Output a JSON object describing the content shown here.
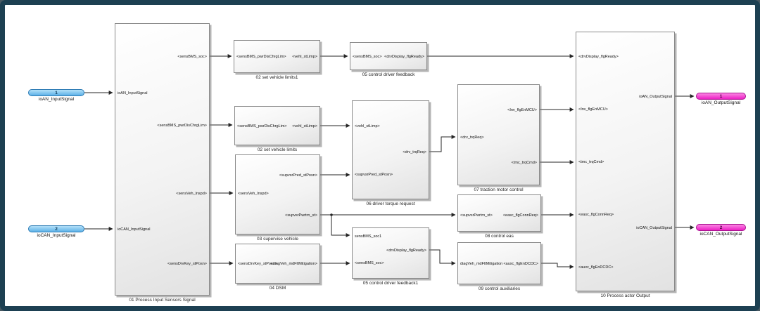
{
  "window": {
    "canvas_background": "#ffffff",
    "frame_color": "#1d4052"
  },
  "colors": {
    "inport_fill": "#5db2e8",
    "inport_border": "#2e7cb5",
    "outport_fill": "#ec1fc4",
    "outport_border": "#a8138f",
    "wire": "#262626",
    "block_border": "#8a8a8a"
  },
  "inports": [
    {
      "num": "1",
      "label": "ioAN_InputSignal"
    },
    {
      "num": "2",
      "label": "ioCAN_InputSignal"
    }
  ],
  "outports": [
    {
      "num": "1",
      "label": "ioAN_OutputSignal"
    },
    {
      "num": "2",
      "label": "ioCAN_OutputSignal"
    }
  ],
  "blocks": {
    "b01": {
      "name": "01 Process Input Sensors Signal",
      "in1": "ioAN_InputSignal",
      "in2": "ioCAN_InputSignal",
      "out1": "<sensBMS_soc>",
      "out2": "<sensBMS_pwrDisChrgLim>",
      "out3": "<sensVeh_lnspd>",
      "out4": "<sensDrvKey_stPosn>"
    },
    "b02a": {
      "name": "02 set vehicle limits1",
      "in1": "<sensBMS_pwrDisChrgLim>",
      "out1": "<vehl_stLimp>"
    },
    "b05a": {
      "name": "05 control driver feedback",
      "in1": "<sensBMS_soc>",
      "out1": "<drvDisplay_flgReady>"
    },
    "b02b": {
      "name": "02 set vehicle limits",
      "in1": "<sensBMS_pwrDisChrgLim>",
      "out1": "<vehl_stLimp>"
    },
    "b06": {
      "name": "06 driver torque request",
      "in1": "<vehl_stLimp>",
      "in2": "<supvsrPred_stPosn>",
      "out1": "<drv_trqReq>"
    },
    "b03": {
      "name": "03 supervise vehicle",
      "in1": "<sensVeh_lnspd>",
      "out1": "<supvsrPred_stPosn>",
      "out2": "<supvsrPwrtrn_st>"
    },
    "b04": {
      "name": "04 DSM",
      "in1": "<sensDrvKey_stPosn>",
      "out1": "<diagVeh_mdFltMitigation>"
    },
    "b05b": {
      "name": "05 control driver feedback1",
      "in1": "sensBMS_soc1",
      "in2": "<sensBMS_soc>",
      "out1": "<drvDisplay_flgReady>"
    },
    "b07": {
      "name": "07 traction motor control",
      "in1": "<drv_trqReq>",
      "out1": "<Inv_flgEnMCU>",
      "out2": "<tmc_trqCmd>"
    },
    "b08": {
      "name": "08 control eas",
      "in1": "<supvsrPwrtrn_st>",
      "out1": "<easc_flgConnReq>"
    },
    "b09": {
      "name": "09 control auxiliaries",
      "in1": "diagVeh_mdFltMitigation",
      "out1": "<auxc_flgEnDCDC>"
    },
    "b10": {
      "name": "10 Process actor Output",
      "in1": "<drvDisplay_flgReady>",
      "in2": "<Inv_flgEnMCU>",
      "in3": "<tmc_trqCmd>",
      "in4": "<easc_flgConnReq>",
      "in5": "<auxc_flgEnDCDC>",
      "out1": "ioAN_OutputSignal",
      "out2": "ioCAN_OutputSignal"
    }
  }
}
